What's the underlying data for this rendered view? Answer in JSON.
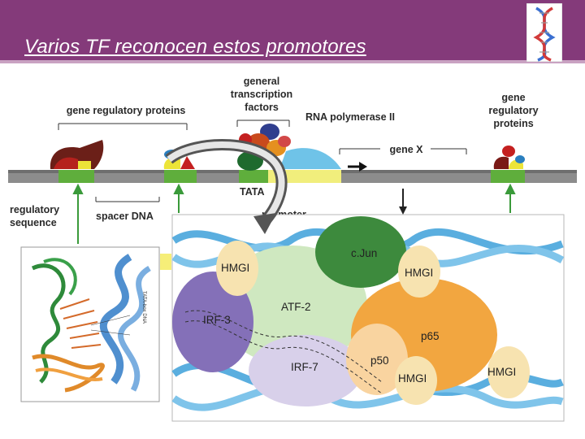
{
  "slide": {
    "title": "Varios TF reconocen estos promotores"
  },
  "top_diagram": {
    "labels": {
      "gene_regulatory_proteins_left": "gene regulatory proteins",
      "general_tf_line1": "general",
      "general_tf_line2": "transcription",
      "general_tf_line3": "factors",
      "rna_pol": "RNA polymerase II",
      "gene_x": "gene X",
      "gene_regulatory_right_line1": "gene",
      "gene_regulatory_right_line2": "regulatory",
      "gene_regulatory_right_line3": "proteins",
      "regulatory_sequence_line1": "regulatory",
      "regulatory_sequence_line2": "sequence",
      "spacer_dna": "spacer DNA",
      "tata": "TATA",
      "promoter": "promoter"
    }
  },
  "enhanceosome": {
    "proteins": {
      "cjun": "c.Jun",
      "hmgi_top_left": "HMGI",
      "hmgi_top_right": "HMGI",
      "atf2": "ATF-2",
      "irf3": "IRF-3",
      "irf7": "IRF-7",
      "p65": "p65",
      "p50": "p50",
      "hmgi_bottom_mid": "HMGI",
      "hmgi_bottom_right": "HMGI"
    }
  },
  "structure_inset": {
    "annotation": "TATA-box DNA"
  },
  "colors": {
    "header": "#843a7a",
    "dna_strand": "#5aaedf",
    "cjun": "#3d8a3d",
    "atf2": "#cfe8c0",
    "irf3": "#8470b8",
    "irf7": "#d8d0ea",
    "p65": "#f2a640",
    "hmgi": "#f7e3b0"
  }
}
